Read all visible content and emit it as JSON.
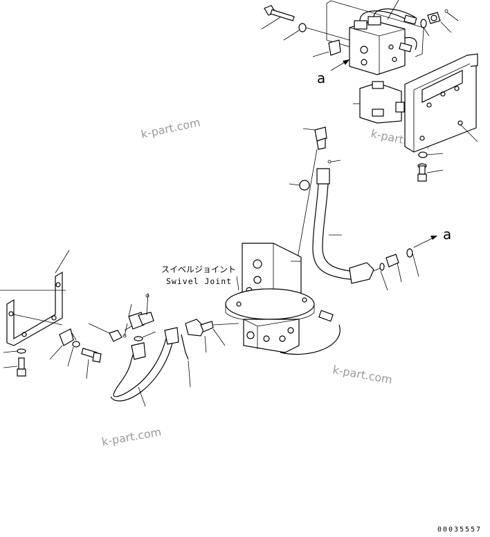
{
  "labels": {
    "swivel_joint_jp": "スイベルジョイント",
    "swivel_joint_en": "Swivel Joint",
    "ref_a_top": "a",
    "ref_a_right": "a"
  },
  "watermarks": {
    "wm1": "k-part.com",
    "wm2": "k-part.com",
    "wm3": "k-part.com",
    "wm4": "k-part.com"
  },
  "part_number": "00035557"
}
